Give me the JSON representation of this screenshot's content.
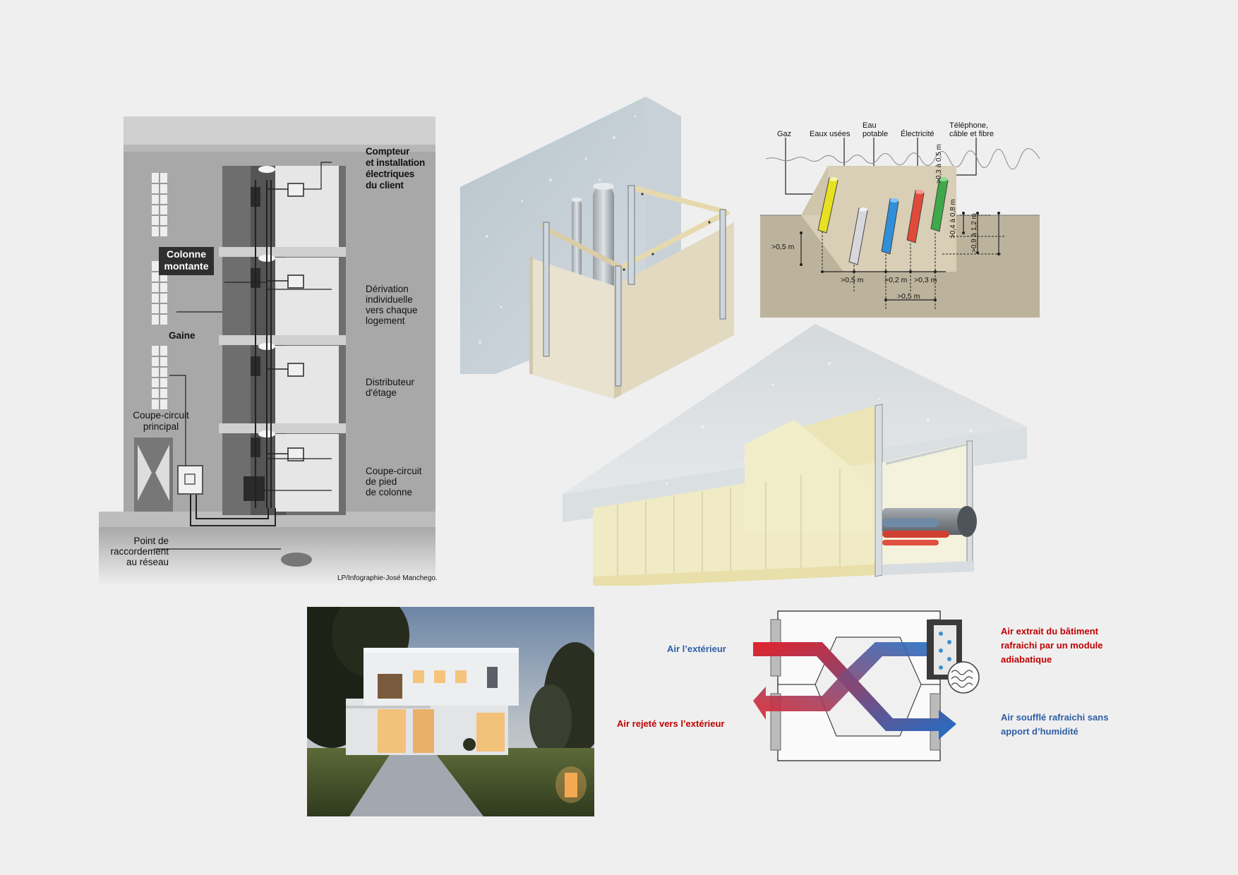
{
  "building_riser": {
    "labels": {
      "compteur": "Compteur\net installation\nélectriques\ndu client",
      "colonne": "Colonne\nmontante",
      "derivation": "Dérivation\nindividuelle\nvers chaque\nlogement",
      "gaine": "Gaine",
      "distributeur": "Distributeur\nd'étage",
      "coupe_principal": "Coupe-circuit\nprincipal",
      "coupe_pied": "Coupe-circuit\nde pied\nde colonne",
      "point_raccord": "Point de\nraccordement\nau réseau",
      "credit": "LP/Infographie-José Manchego."
    }
  },
  "trench": {
    "headers": [
      "Gaz",
      "Eaux usées",
      "Eau\npotable",
      "Électricité",
      "Téléphone,\ncâble et fibre"
    ],
    "dims": {
      "left": ">0,5 m",
      "bottom1": ">0,5 m",
      "bottom2": ">0,2 m",
      "bottom3": ">0,3 m",
      "bottom4": ">0,5 m",
      "vert1": ">0,3 à 0,5 m",
      "vert2": ">0,4 à 0,8 m",
      "vert3": ">0,9 à 1,2 m"
    },
    "pipe_colors": [
      "#e8e020",
      "#d8d8dc",
      "#2f8fd8",
      "#e04a3a",
      "#3fa84a"
    ]
  },
  "heat_exchanger": {
    "labels": {
      "air_ext": "Air l’extérieur",
      "air_rejete": "Air rejeté vers l’extérieur",
      "air_extrait": "Air extrait du bâtiment\nrafraichi par un module\nadiabatique",
      "air_souffle": "Air soufflé rafraichi sans\napport d’humidité"
    },
    "colors": {
      "blue": "#2e5fa6",
      "red": "#c00000"
    }
  }
}
